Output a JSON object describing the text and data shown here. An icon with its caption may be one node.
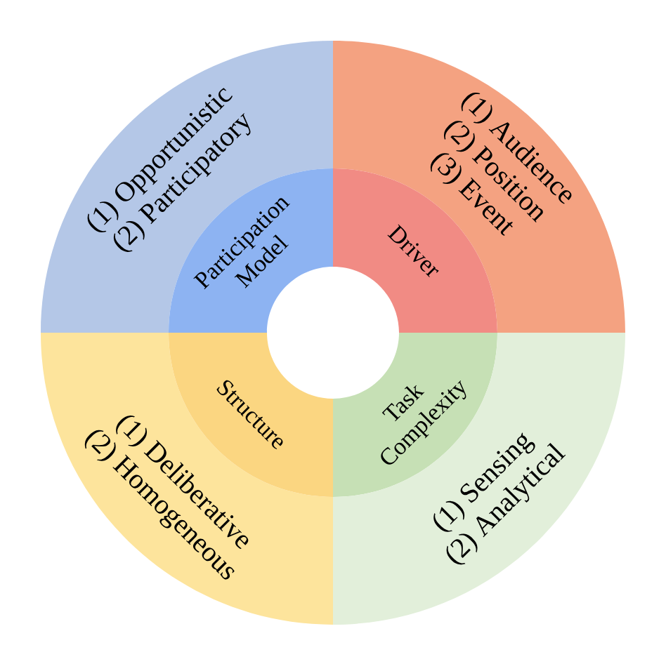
{
  "diagram": {
    "nodes": [
      {
        "text": [
          "(1) Opportunistic",
          "(2) Participatory"
        ]
      },
      {
        "text": [
          "Participation Model"
        ]
      },
      {
        "text": [
          "(1) Audience",
          "(2) Position",
          "(3) Event"
        ]
      },
      {
        "text": [
          "Driver"
        ]
      },
      {
        "text": [
          "(1) Deliberative",
          "(2) Homogeneous"
        ]
      },
      {
        "text": [
          "Structure"
        ]
      },
      {
        "text": [
          "Task Complexity"
        ]
      },
      {
        "text": [
          "(1) Sensing",
          "(2) Analytical"
        ]
      }
    ]
  }
}
